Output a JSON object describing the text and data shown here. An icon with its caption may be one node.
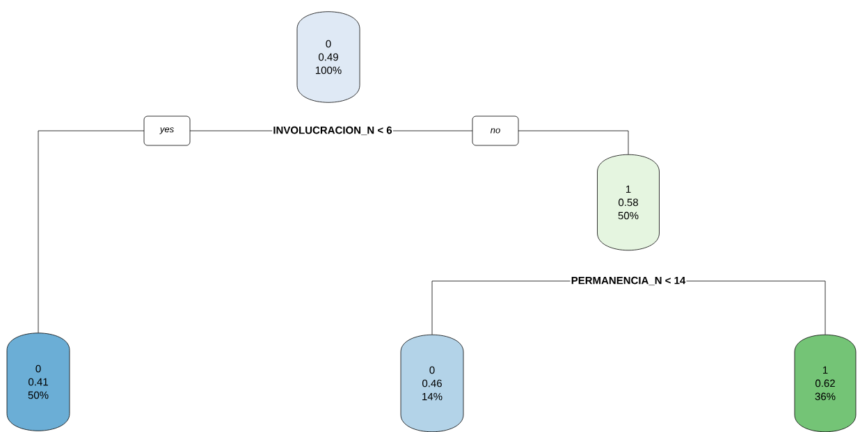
{
  "diagram": {
    "nodes": [
      {
        "text": [
          "0",
          "0.49",
          "100%"
        ]
      },
      {
        "text": [
          "INVOLUCRACION_N < 6"
        ]
      },
      {
        "text": [
          "0",
          "0.41",
          "50%"
        ]
      },
      {
        "text": [
          "1",
          "0.58",
          "50%"
        ]
      },
      {
        "text": [
          "PERMANENCIA_N < 14"
        ]
      },
      {
        "text": [
          "0",
          "0.46",
          "14%"
        ]
      },
      {
        "text": [
          "1",
          "0.62",
          "36%"
        ]
      }
    ],
    "edges": [
      {
        "from": 1,
        "to": 2,
        "arrow": "none",
        "label": "yes"
      },
      {
        "from": 1,
        "to": 3,
        "arrow": "none",
        "label": "no"
      },
      {
        "from": 4,
        "to": 5,
        "arrow": "none"
      },
      {
        "from": 4,
        "to": 6,
        "arrow": "none"
      }
    ]
  }
}
